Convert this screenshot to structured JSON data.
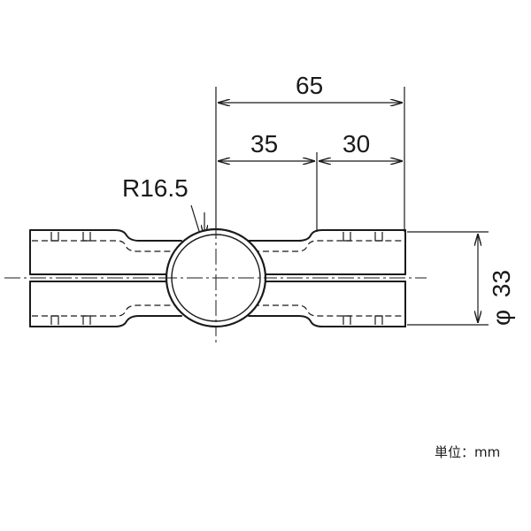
{
  "dimensions": {
    "total_length": "65",
    "left_length": "35",
    "right_length": "30",
    "radius": "R16.5",
    "diameter_symbol": "φ",
    "diameter_value": "33"
  },
  "unit_note": "単位：mm",
  "colors": {
    "line": "#1a1a1a",
    "background": "#ffffff"
  }
}
